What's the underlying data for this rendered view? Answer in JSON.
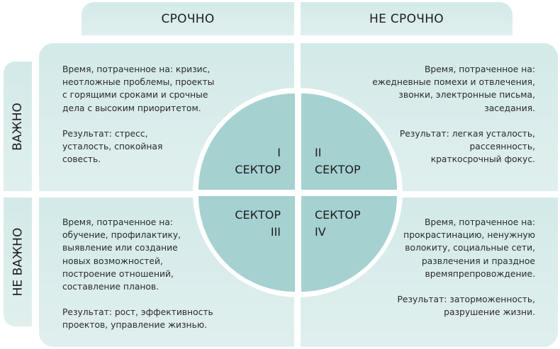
{
  "columns": {
    "urgent": "СРОЧНО",
    "not_urgent": "НЕ СРОЧНО"
  },
  "rows": {
    "important": "ВАЖНО",
    "not_important": "НЕ ВАЖНО"
  },
  "quadrants": {
    "q1": {
      "time": "Время, потраченное на: кризис,\nнеотложные проблемы, проекты\nс горящими сроками и срочные\nдела с высоким приоритетом.",
      "result": "Результат: стресс,\nусталость, спокойная\nсовесть.",
      "sector": "I\nСЕКТОР"
    },
    "q2": {
      "time": "Время, потраченное на:\nежедневные помехи и отвлечения,\nзвонки, электронные письма,\nзаседания.",
      "result": "Результат: легкая усталость,\nрассеянность,\nкраткосрочный фокус.",
      "sector": "II\nСЕКТОР"
    },
    "q3": {
      "time": "Время, потраченное на:\nобучение, профилактику,\nвыявление или создание\nновых возможностей,\nпостроение отношений,\nсоставление планов.",
      "result": "Результат: рост, эффективность\nпроектов, управление жизнью.",
      "sector": "СЕКТОР\nIII"
    },
    "q4": {
      "time": "Время, потраченное на:\nпрокрастинацию, ненужную\nволокиту, социальные сети,\nразвлечения и праздное\nвремяпрепровождение.",
      "result": "Результат: заторможенность,\nразрушение жизни.",
      "sector": "СЕКТОР\nIV"
    }
  },
  "colors": {
    "panel": "#d3eae9",
    "circle": "#a6d1d1"
  }
}
